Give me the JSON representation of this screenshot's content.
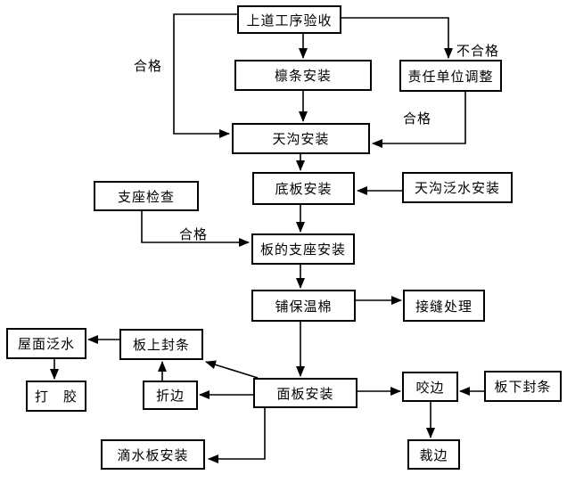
{
  "diagram": {
    "type": "flowchart",
    "background_color": "#ffffff",
    "line_color": "#000000",
    "nodes": {
      "top_inspection": "上道工序验收",
      "purlin_install": "檩条安装",
      "responsible_unit_adjust": "责任单位调整",
      "gutter_install": "天沟安装",
      "bottom_plate_install": "底板安装",
      "gutter_flashing_install": "天沟泛水安装",
      "support_check": "支座检查",
      "plate_support_install": "板的支座安装",
      "insulation_lay": "铺保温棉",
      "seam_treatment": "接缝处理",
      "panel_install": "面板安装",
      "bite_edge": "咬边",
      "under_plate_seal": "板下封条",
      "trim_edge": "裁边",
      "roof_flashing": "屋面泛水",
      "on_plate_seal": "板上封条",
      "apply_glue": "打　胶",
      "fold_edge": "折边",
      "drip_plate_install": "滴水板安装"
    },
    "edge_labels": {
      "qualified_top_left": "合格",
      "unqualified_top_right": "不合格",
      "qualified_right": "合格",
      "qualified_support": "合格"
    }
  }
}
